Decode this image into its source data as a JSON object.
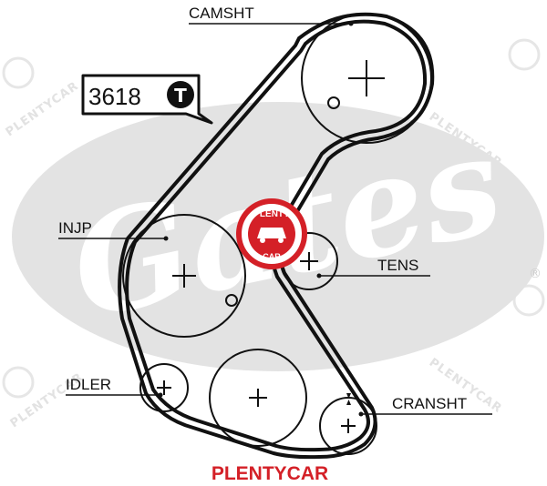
{
  "logo": {
    "wordmark": "Gates",
    "registered": "®"
  },
  "part_badge": {
    "number": "3618",
    "type_letter": "T"
  },
  "labels": {
    "camsht": "CAMSHT",
    "injp": "INJP",
    "tens": "TENS",
    "idler": "IDLER",
    "cransht": "CRANSHT"
  },
  "seal": {
    "top": "PLENTY",
    "bottom": "CAR"
  },
  "watermark": {
    "text": "PLENTYCAR"
  },
  "footer_brand": "PLENTYCAR",
  "colors": {
    "belt": "#111111",
    "logo_gray": "#e3e3e3",
    "brand_red": "#d42027"
  }
}
